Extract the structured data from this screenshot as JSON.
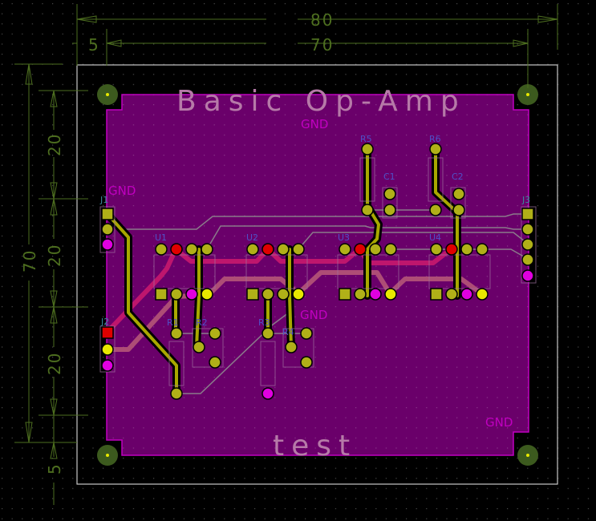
{
  "board": {
    "title_text": "Basic Op-Amp",
    "bottom_text": "test",
    "colors": {
      "background": "#000000",
      "grid": "#3a3a3a",
      "copper_pour": "#6a006a",
      "pour_outline": "#c000c0",
      "edge_cuts": "#c8c8c8",
      "dimension": "#4d6e1f",
      "pad": "#b0b018",
      "pad_highlight": "#e8e800",
      "pad_red": "#e00000",
      "pad_magenta": "#e000e0",
      "mount_hole": "#3c5a1e",
      "track_front": "#c8186e",
      "track_back": "#b85a78",
      "track_yellow": "#a8a800",
      "ratsnest": "#909090"
    }
  },
  "dimensions": {
    "top_outer": "80",
    "top_inner": "70",
    "top_left_offset": "5",
    "left_total": "70",
    "left_seg1": "20",
    "left_seg2": "20",
    "left_seg3": "20",
    "left_bottom_offset": "5"
  },
  "net_labels": {
    "gnd_top": "GND",
    "gnd_left": "GND",
    "gnd_mid": "GND",
    "gnd_bottom_right": "GND"
  },
  "components": {
    "J1": "J1",
    "J2": "J2",
    "J3": "J3",
    "U1": "U1",
    "U2": "U2",
    "U3": "U3",
    "U4": "U4",
    "R1": "R1",
    "R2": "R2",
    "R3": "R3",
    "R4": "R4",
    "R5": "R5",
    "R6": "R6",
    "C1": "C1",
    "C2": "C2"
  }
}
